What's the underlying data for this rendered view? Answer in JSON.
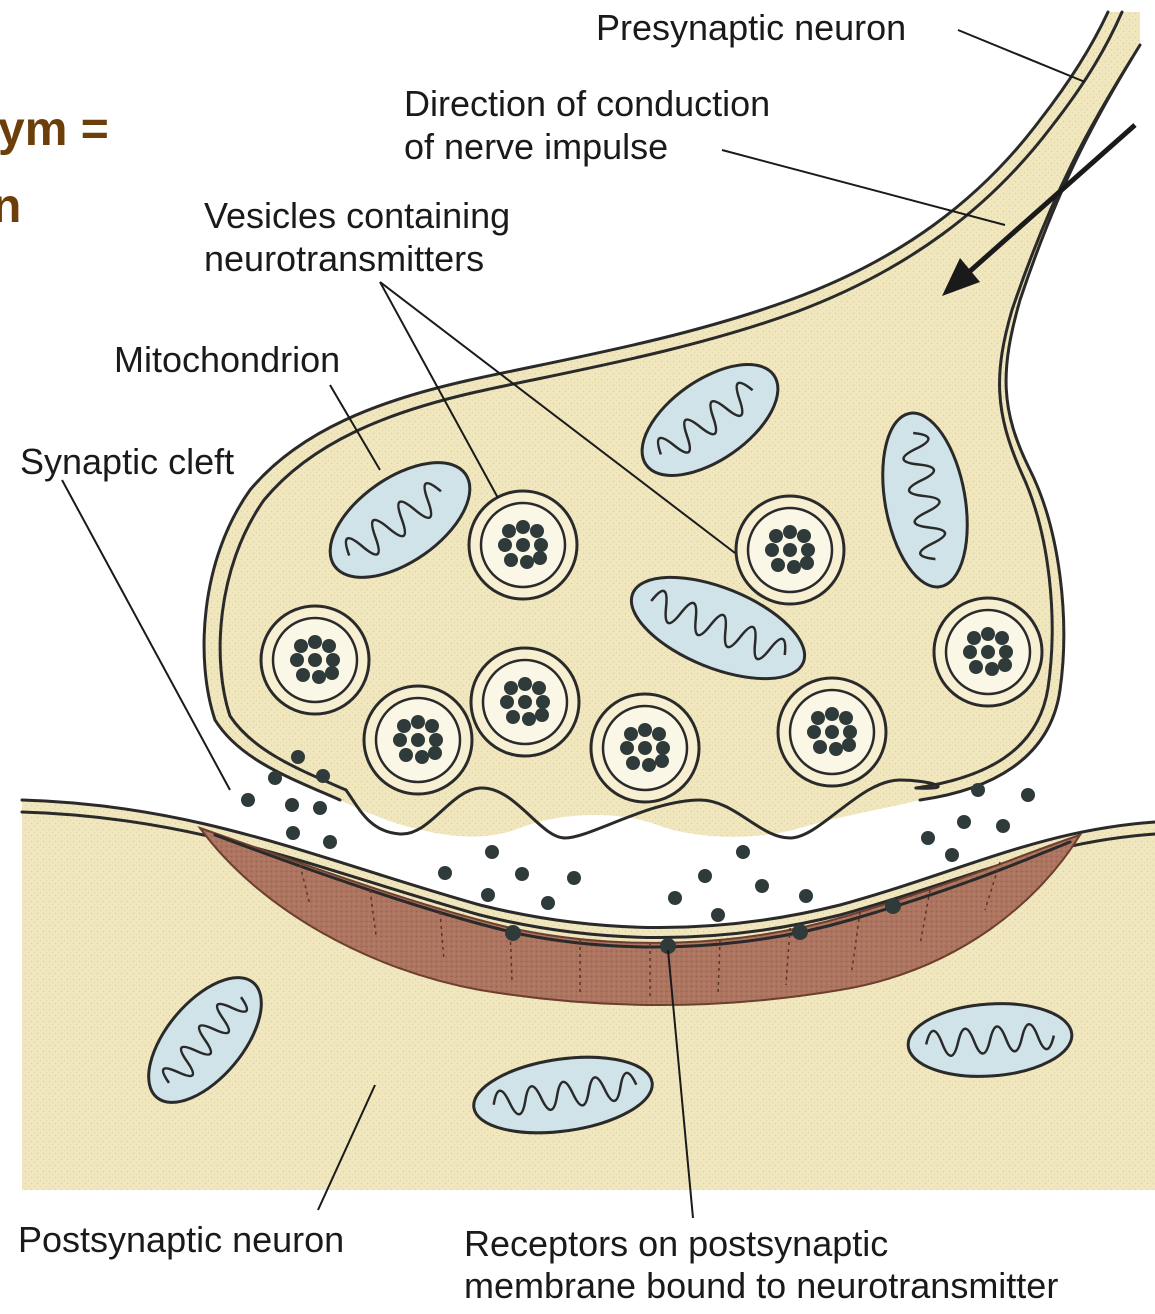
{
  "fragments": {
    "top": "ym =",
    "second": "n"
  },
  "labels": {
    "presynaptic_neuron": "Presynaptic neuron",
    "direction_line1": "Direction of conduction",
    "direction_line2": "of nerve impulse",
    "vesicles_line1": "Vesicles containing",
    "vesicles_line2": "neurotransmitters",
    "mitochondrion": "Mitochondrion",
    "synaptic_cleft": "Synaptic cleft",
    "postsynaptic_neuron": "Postsynaptic neuron",
    "receptors_line1": "Receptors on postsynaptic",
    "receptors_line2": "membrane bound to neurotransmitter"
  },
  "colors": {
    "cytoplasm": "#f1e7bf",
    "membrane_band": "#a8705a",
    "mitochondrion_fill": "#cfe3e8",
    "vesicle_dot": "#2f3b3b",
    "fragment_text": "#6b3e0a"
  }
}
